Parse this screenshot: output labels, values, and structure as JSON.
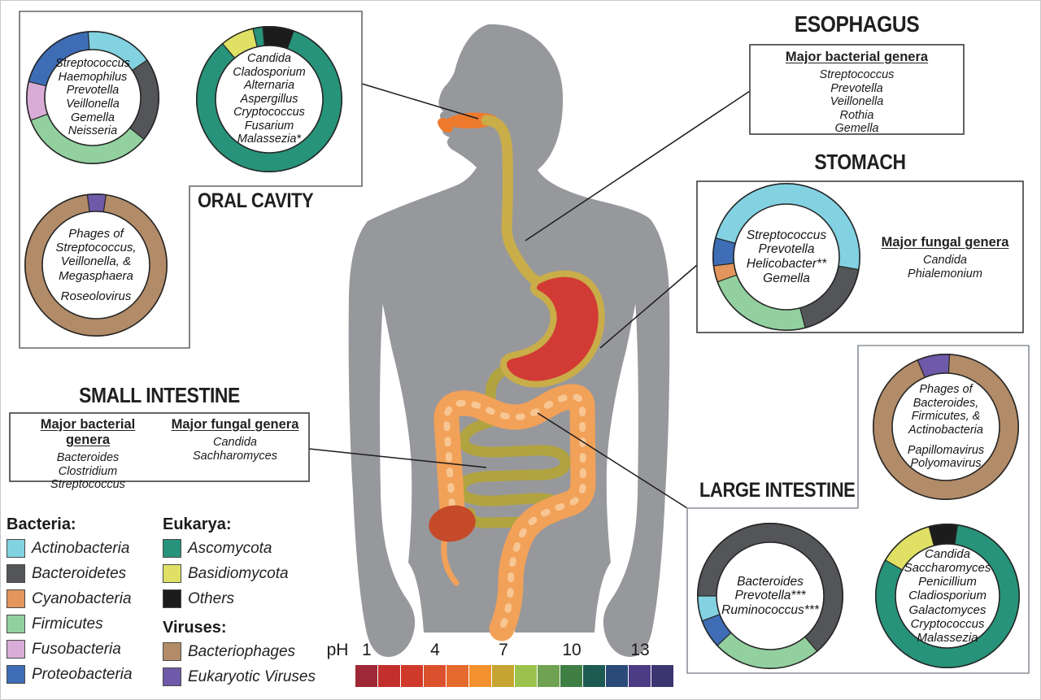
{
  "titles": {
    "oral": "ORAL CAVITY",
    "esophagus": "ESOPHAGUS",
    "stomach": "STOMACH",
    "small_intestine": "SMALL INTESTINE",
    "large_intestine": "LARGE INTESTINE"
  },
  "boxes": {
    "esophagus": {
      "heading": "Major bacterial genera",
      "items": [
        "Streptococcus",
        "Prevotella",
        "Veillonella",
        "Rothia",
        "Gemella"
      ]
    },
    "stomach_fungal": {
      "heading": "Major fungal genera",
      "items": [
        "Candida",
        "Phialemonium"
      ]
    },
    "si_bacterial": {
      "heading": "Major bacterial genera",
      "items": [
        "Bacteroides",
        "Clostridium",
        "Streptococcus"
      ]
    },
    "si_fungal": {
      "heading": "Major fungal genera",
      "items": [
        "Candida",
        "Sachharomyces"
      ]
    }
  },
  "legend": {
    "groups": [
      {
        "heading": "Bacteria:",
        "items": [
          {
            "label": "Actinobacteria",
            "color": "#82d2e2"
          },
          {
            "label": "Bacteroidetes",
            "color": "#535558"
          },
          {
            "label": "Cyanobacteria",
            "color": "#e2955c"
          },
          {
            "label": "Firmicutes",
            "color": "#92d0a0"
          },
          {
            "label": "Fusobacteria",
            "color": "#d9acd7"
          },
          {
            "label": "Proteobacteria",
            "color": "#3e6db6"
          }
        ]
      },
      {
        "heading": "Eukarya:",
        "items": [
          {
            "label": "Ascomycota",
            "color": "#27937a"
          },
          {
            "label": "Basidiomycota",
            "color": "#e0e164"
          },
          {
            "label": "Others",
            "color": "#1c1c1c"
          }
        ]
      },
      {
        "heading": "Viruses:",
        "items": [
          {
            "label": "Bacteriophages",
            "color": "#b28b68"
          },
          {
            "label": "Eukaryotic Viruses",
            "color": "#6f59a9"
          }
        ]
      }
    ]
  },
  "ph_scale": {
    "label": "pH",
    "tick_labels": [
      "1",
      "4",
      "7",
      "10",
      "13"
    ],
    "tick_positions": [
      1,
      4,
      7,
      10,
      13
    ],
    "colors": [
      "#9e2835",
      "#c22f2c",
      "#cf3a2b",
      "#dc512d",
      "#e56a2d",
      "#f2912d",
      "#c5a431",
      "#9cc24d",
      "#70a351",
      "#3f7f44",
      "#1c5a52",
      "#2b4a78",
      "#4a3c85",
      "#3b3570"
    ]
  },
  "colors": {
    "body": "#97989c",
    "esophagus": "#c9ad48",
    "small_intestine": "#b1a440",
    "stomach_fill": "#d23b35",
    "stomach_outline": "#c9ad48",
    "large_intestine": "#f2a158",
    "haustra": "#f7c897",
    "cecum": "#c54a29",
    "tongue": "#ee7a2e",
    "connector_line": "#1c1c1c"
  },
  "chart_data": [
    {
      "id": "oral_bacteria",
      "type": "donut",
      "location": "oral cavity - bacteria",
      "rotate": -4,
      "center_text": [
        "Streptococcus",
        "Haemophilus",
        "Prevotella",
        "Veillonella",
        "Gemella",
        "Neisseria"
      ],
      "segments": [
        {
          "taxon": "Actinobacteria",
          "fraction": 0.165
        },
        {
          "taxon": "Bacteroidetes",
          "fraction": 0.205
        },
        {
          "taxon": "Firmicutes",
          "fraction": 0.335
        },
        {
          "taxon": "Fusobacteria",
          "fraction": 0.095
        },
        {
          "taxon": "Proteobacteria",
          "fraction": 0.2
        }
      ]
    },
    {
      "id": "oral_fungi",
      "type": "donut",
      "location": "oral cavity - fungi",
      "rotate": -40,
      "center_text": [
        "Candida",
        "Cladosporium",
        "Alternaria",
        "Aspergillus",
        "Cryptococcus",
        "Fusarium",
        "Malassezia*"
      ],
      "segments": [
        {
          "taxon": "Basidiomycota",
          "fraction": 0.075
        },
        {
          "taxon": "Ascomycota",
          "fraction": 0.022
        },
        {
          "taxon": "Others",
          "fraction": 0.069
        },
        {
          "taxon": "Ascomycota",
          "fraction": 0.834
        }
      ]
    },
    {
      "id": "oral_viruses",
      "type": "donut",
      "location": "oral cavity - viruses",
      "rotate": -7,
      "center_text": [
        "Phages of",
        "Streptococcus,",
        "Veillonella, &",
        "Megasphaera",
        "",
        "Roseolovirus"
      ],
      "segments": [
        {
          "taxon": "Eukaryotic Viruses",
          "fraction": 0.042
        },
        {
          "taxon": "Bacteriophages",
          "fraction": 0.958
        }
      ]
    },
    {
      "id": "stomach_bacteria",
      "type": "donut",
      "location": "stomach - bacteria",
      "rotate": -75,
      "center_text": [
        "Streptococcus",
        "Prevotella",
        "Helicobacter**",
        "Gemella"
      ],
      "segments": [
        {
          "taxon": "Actinobacteria",
          "fraction": 0.486
        },
        {
          "taxon": "Bacteroidetes",
          "fraction": 0.181
        },
        {
          "taxon": "Firmicutes",
          "fraction": 0.236
        },
        {
          "taxon": "Cyanobacteria",
          "fraction": 0.036
        },
        {
          "taxon": "Proteobacteria",
          "fraction": 0.061
        }
      ]
    },
    {
      "id": "li_viruses",
      "type": "donut",
      "location": "large intestine - viruses",
      "rotate": -23,
      "center_text": [
        "Phages of",
        "Bacteroides,",
        "Firmicutes, &",
        "Actinobacteria",
        "",
        "Papillomavirus",
        "Polyomavirus"
      ],
      "segments": [
        {
          "taxon": "Eukaryotic Viruses",
          "fraction": 0.072
        },
        {
          "taxon": "Bacteriophages",
          "fraction": 0.928
        }
      ]
    },
    {
      "id": "li_bacteria",
      "type": "donut",
      "location": "large intestine - bacteria",
      "rotate": -90,
      "center_text": [
        "Bacteroides",
        "Prevotella***",
        "Ruminococcus***"
      ],
      "segments": [
        {
          "taxon": "Bacteroidetes",
          "fraction": 0.638
        },
        {
          "taxon": "Firmicutes",
          "fraction": 0.242
        },
        {
          "taxon": "Proteobacteria",
          "fraction": 0.064
        },
        {
          "taxon": "Actinobacteria",
          "fraction": 0.056
        }
      ]
    },
    {
      "id": "li_fungi",
      "type": "donut",
      "location": "large intestine - fungi",
      "rotate": -60,
      "center_text": [
        "Candida",
        "Saccharomyces",
        "Penicillium",
        "Cladiosporium",
        "Galactomyces",
        "Cryptococcus",
        "Malassezia"
      ],
      "segments": [
        {
          "taxon": "Basidiomycota",
          "fraction": 0.125
        },
        {
          "taxon": "Others",
          "fraction": 0.064
        },
        {
          "taxon": "Ascomycota",
          "fraction": 0.811
        }
      ]
    }
  ]
}
